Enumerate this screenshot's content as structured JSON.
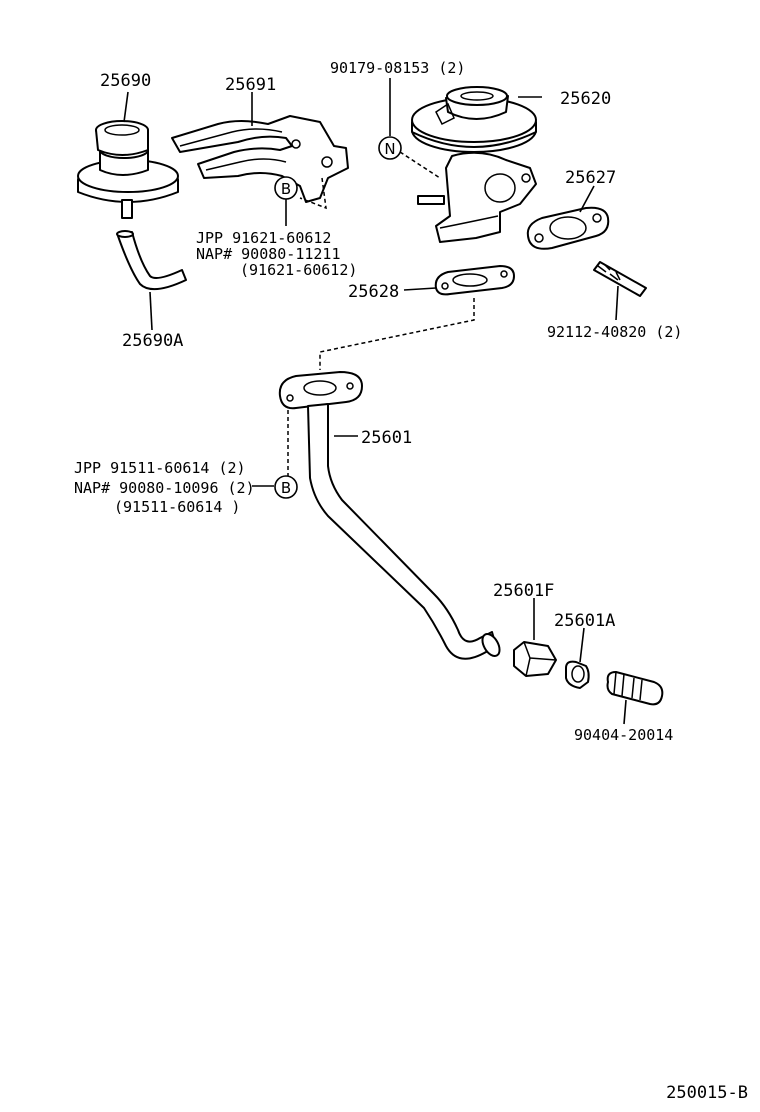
{
  "diagram_code": "250015-B",
  "parts": {
    "p25690": "25690",
    "p25691": "25691",
    "p25690A": "25690A",
    "p90179": "90179-08153 (2)",
    "p25620": "25620",
    "p25627": "25627",
    "p25628": "25628",
    "p92112": "92112-40820 (2)",
    "p25601": "25601",
    "p25601F": "25601F",
    "p25601A": "25601A",
    "p90404": "90404-20014"
  },
  "bolt_b_top": {
    "jpp": "JPP  91621-60612",
    "nap": "NAP# 90080-11211",
    "alt": "(91621-60612)"
  },
  "bolt_b_mid": {
    "jpp": "JPP  91511-60614 (2)",
    "nap": "NAP# 90080-10096 (2)",
    "alt": "(91511-60614 )"
  },
  "markers": {
    "b": "B",
    "n": "N"
  }
}
